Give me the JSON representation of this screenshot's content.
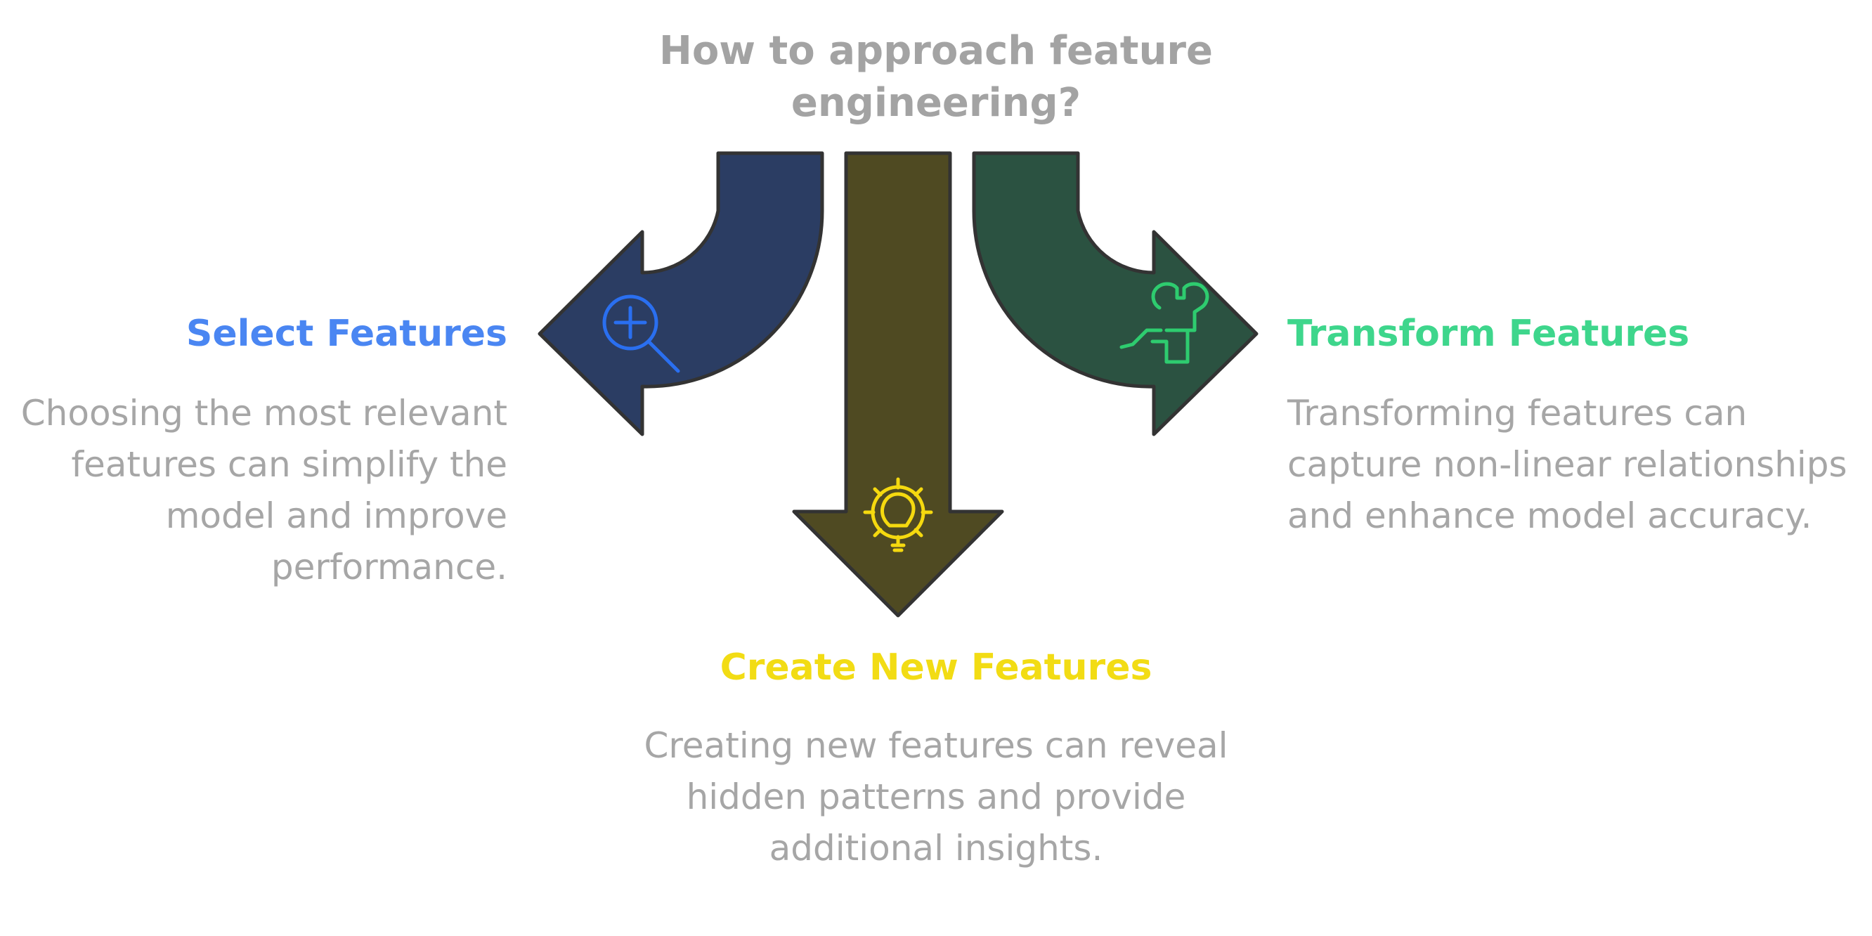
{
  "title": "How to approach feature engineering?",
  "colors": {
    "select": "#4a86f2",
    "create": "#f2dc14",
    "transform": "#3ed68c",
    "select_arrow": "#2b3d63",
    "create_arrow": "#4f4a22",
    "transform_arrow": "#2b5241",
    "select_icon": "#2a6ff0",
    "create_icon": "#f5d90f",
    "transform_icon": "#2ecc6f",
    "outline": "#333333"
  },
  "branches": [
    {
      "id": "select",
      "heading": "Select Features",
      "description": "Choosing the most relevant features can simplify the model and improve performance.",
      "icon": "magnifier-plus-icon"
    },
    {
      "id": "create",
      "heading": "Create New Features",
      "description": "Creating new features can reveal hidden patterns and provide additional insights.",
      "icon": "gear-lightbulb-icon"
    },
    {
      "id": "transform",
      "heading": "Transform Features",
      "description": "Transforming features can capture non-linear relationships and enhance model accuracy.",
      "icon": "hand-wrench-icon"
    }
  ]
}
